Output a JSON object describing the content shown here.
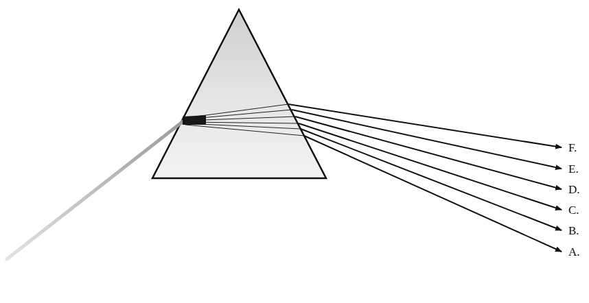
{
  "diagram": {
    "labels": [
      "F.",
      "E.",
      "D.",
      "C.",
      "B.",
      "A."
    ]
  }
}
